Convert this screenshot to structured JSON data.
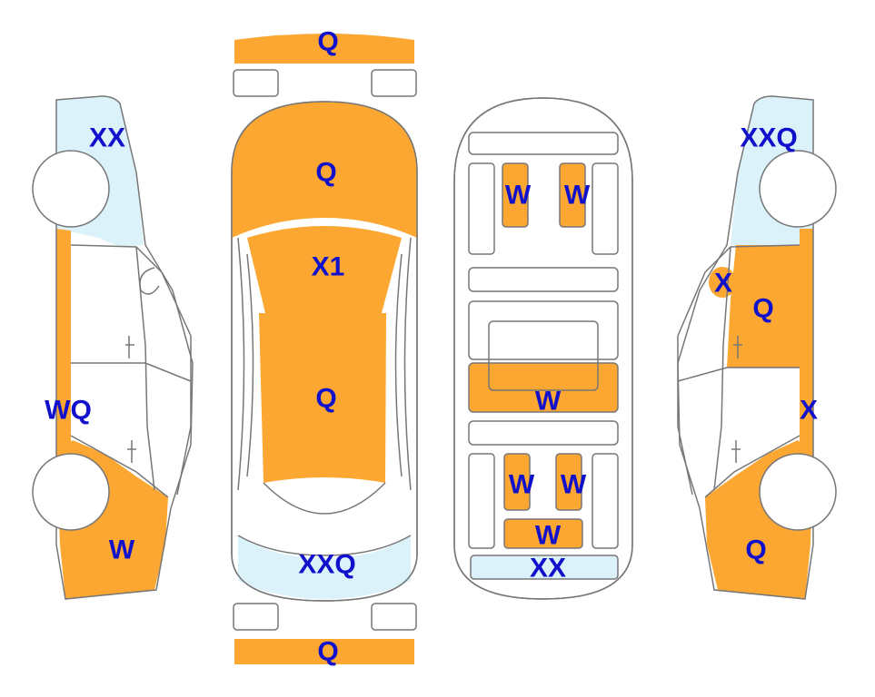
{
  "colors": {
    "damaged": "#FBA732",
    "minor": "#DCF2FA",
    "plain": "#FFFFFF",
    "outline": "#777777",
    "code_text": "#1111CC"
  },
  "panels": {
    "left_front_fender": "XX",
    "left_doors": "WQ",
    "left_rear_quarter": "W",
    "front_bumper": "Q",
    "hood": "Q",
    "windshield": "X1",
    "roof": "Q",
    "rear_bumper_area": "XXQ",
    "rear_bumper": "Q",
    "front_seat_left": "W",
    "front_seat_right": "W",
    "center_floor": "W",
    "rear_seat_left": "W",
    "rear_seat_right": "W",
    "cargo_floor": "W",
    "trunk_floor": "XX",
    "right_front_fender": "XXQ",
    "right_mirror": "X",
    "right_front_door": "Q",
    "right_rear_door": "X",
    "right_rear_quarter": "Q"
  }
}
